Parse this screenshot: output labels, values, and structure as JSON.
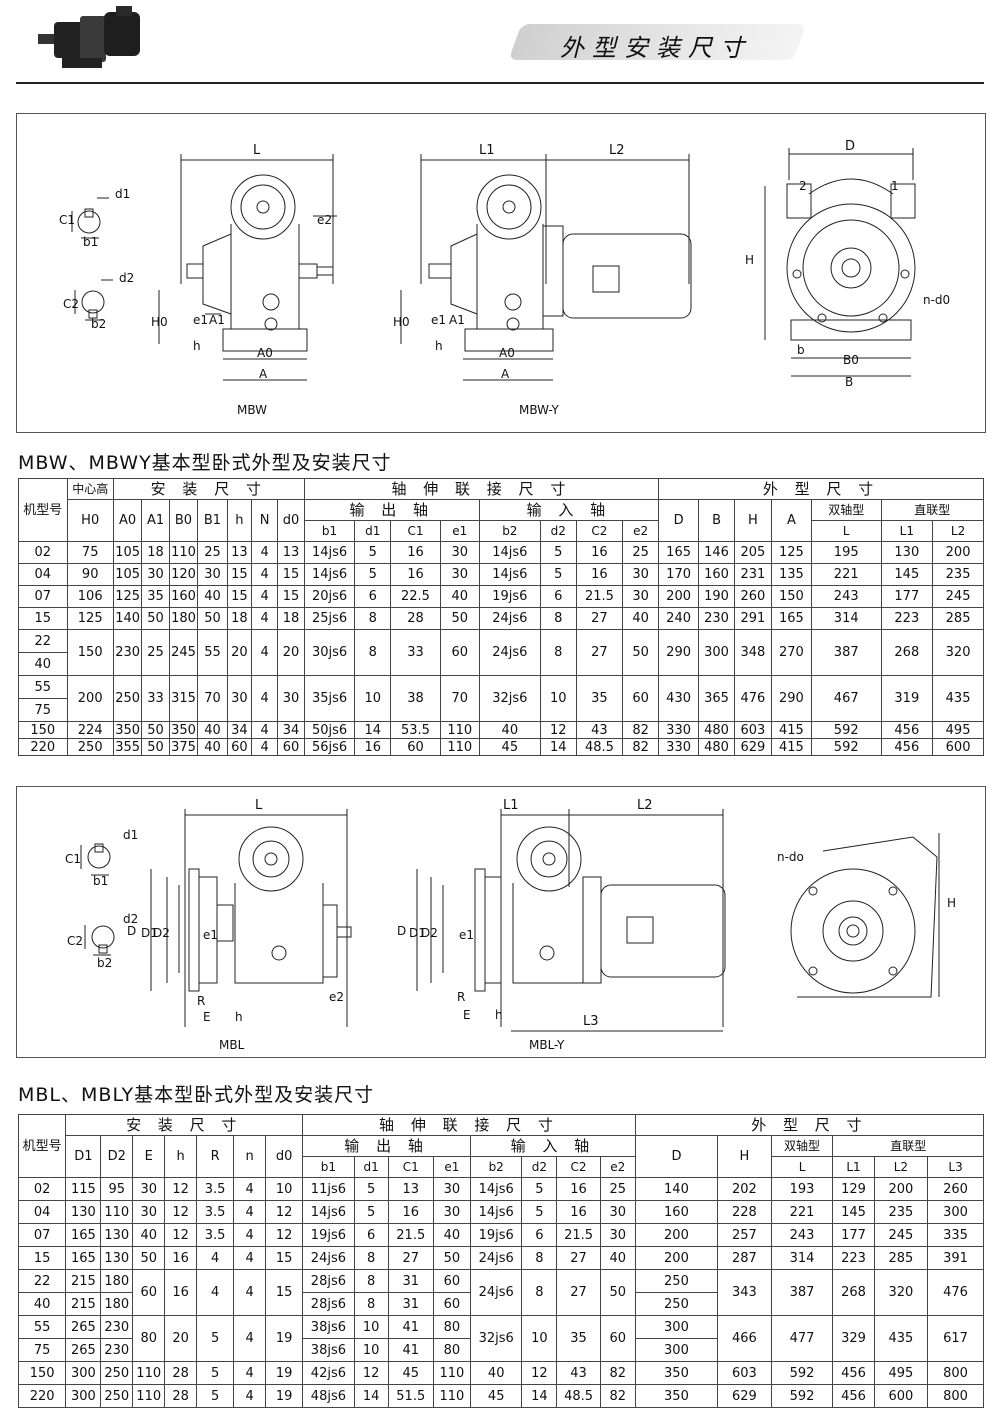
{
  "header": {
    "title": "外型安装尺寸"
  },
  "diagram1": {
    "captions": [
      "MBW",
      "MBW-Y"
    ],
    "labels": [
      "L",
      "L1",
      "L2",
      "D",
      "H",
      "H0",
      "h",
      "A0",
      "A",
      "B0",
      "B",
      "e1",
      "A1",
      "e2",
      "d1",
      "c1",
      "b1",
      "d2",
      "c2",
      "b2",
      "n-d0",
      "1",
      "2",
      "b"
    ]
  },
  "section1": {
    "title": "MBW、MBWY基本型卧式外型及安装尺寸"
  },
  "table1": {
    "head": {
      "jixing": "机型号",
      "zhongxingao": "中心高",
      "anzhuang": "安 装 尺 寸",
      "zhoushen": "轴 伸 联 接 尺 寸",
      "shuchu": "输 出 轴",
      "shuru": "输 入 轴",
      "waixing": "外 型 尺 寸",
      "shuangzhou": "双轴型",
      "zhilian": "直联型",
      "cols": [
        "H0",
        "A0",
        "A1",
        "B0",
        "B1",
        "h",
        "N",
        "d0",
        "b1",
        "d1",
        "C1",
        "e1",
        "b2",
        "d2",
        "C2",
        "e2",
        "D",
        "B",
        "H",
        "A",
        "L",
        "L1",
        "L2"
      ]
    },
    "rows": [
      {
        "m": [
          "02"
        ],
        "v": [
          "75",
          "105",
          "18",
          "110",
          "25",
          "13",
          "4",
          "13",
          "14js6",
          "5",
          "16",
          "30",
          "14js6",
          "5",
          "16",
          "25",
          "165",
          "146",
          "205",
          "125",
          "195",
          "130",
          "200"
        ]
      },
      {
        "m": [
          "04"
        ],
        "v": [
          "90",
          "105",
          "30",
          "120",
          "30",
          "15",
          "4",
          "15",
          "14js6",
          "5",
          "16",
          "30",
          "14js6",
          "5",
          "16",
          "30",
          "170",
          "160",
          "231",
          "135",
          "221",
          "145",
          "235"
        ]
      },
      {
        "m": [
          "07"
        ],
        "v": [
          "106",
          "125",
          "35",
          "160",
          "40",
          "15",
          "4",
          "15",
          "20js6",
          "6",
          "22.5",
          "40",
          "19js6",
          "6",
          "21.5",
          "30",
          "200",
          "190",
          "260",
          "150",
          "243",
          "177",
          "245"
        ]
      },
      {
        "m": [
          "15"
        ],
        "v": [
          "125",
          "140",
          "50",
          "180",
          "50",
          "18",
          "4",
          "18",
          "25js6",
          "8",
          "28",
          "50",
          "24js6",
          "8",
          "27",
          "40",
          "240",
          "230",
          "291",
          "165",
          "314",
          "223",
          "285"
        ]
      },
      {
        "m": [
          "22",
          "40"
        ],
        "v": [
          "150",
          "230",
          "25",
          "245",
          "55",
          "20",
          "4",
          "20",
          "30js6",
          "8",
          "33",
          "60",
          "24js6",
          "8",
          "27",
          "50",
          "290",
          "300",
          "348",
          "270",
          "387",
          "268",
          "320"
        ]
      },
      {
        "m": [
          "55",
          "75"
        ],
        "v": [
          "200",
          "250",
          "33",
          "315",
          "70",
          "30",
          "4",
          "30",
          "35js6",
          "10",
          "38",
          "70",
          "32js6",
          "10",
          "35",
          "60",
          "430",
          "365",
          "476",
          "290",
          "467",
          "319",
          "435"
        ]
      },
      {
        "m": [
          "150"
        ],
        "v": [
          "224",
          "350",
          "50",
          "350",
          "40",
          "34",
          "4",
          "34",
          "50js6",
          "14",
          "53.5",
          "110",
          "40",
          "12",
          "43",
          "82",
          "330",
          "480",
          "603",
          "415",
          "592",
          "456",
          "495"
        ]
      },
      {
        "m": [
          "220"
        ],
        "v": [
          "250",
          "355",
          "50",
          "375",
          "40",
          "60",
          "4",
          "60",
          "56js6",
          "16",
          "60",
          "110",
          "45",
          "14",
          "48.5",
          "82",
          "330",
          "480",
          "629",
          "415",
          "592",
          "456",
          "600"
        ]
      }
    ]
  },
  "diagram2": {
    "captions": [
      "MBL",
      "MBL-Y"
    ],
    "labels": [
      "L",
      "L1",
      "L2",
      "L3",
      "D",
      "D1",
      "D2",
      "H",
      "e1",
      "e2",
      "R",
      "E",
      "h",
      "n-do",
      "d1",
      "c1",
      "b1",
      "d2",
      "c2",
      "b2"
    ]
  },
  "section2": {
    "title": "MBL、MBLY基本型卧式外型及安装尺寸"
  },
  "table2": {
    "head": {
      "jixing": "机型号",
      "anzhuang": "安 装 尺 寸",
      "zhoushen": "轴 伸 联 接 尺 寸",
      "shuchu": "输 出 轴",
      "shuru": "输 入 轴",
      "waixing": "外 型 尺 寸",
      "shuangzhou": "双轴型",
      "zhilian": "直联型",
      "cols": [
        "D1",
        "D2",
        "E",
        "h",
        "R",
        "n",
        "d0",
        "b1",
        "d1",
        "C1",
        "e1",
        "b2",
        "d2",
        "C2",
        "e2",
        "D",
        "H",
        "L",
        "L1",
        "L2",
        "L3"
      ]
    },
    "rows": [
      {
        "type": "s",
        "m": "02",
        "v": [
          "115",
          "95",
          "30",
          "12",
          "3.5",
          "4",
          "10",
          "11js6",
          "5",
          "13",
          "30",
          "14js6",
          "5",
          "16",
          "25",
          "140",
          "202",
          "193",
          "129",
          "200",
          "260"
        ]
      },
      {
        "type": "s",
        "m": "04",
        "v": [
          "130",
          "110",
          "30",
          "12",
          "3.5",
          "4",
          "12",
          "14js6",
          "5",
          "16",
          "30",
          "14js6",
          "5",
          "16",
          "30",
          "160",
          "228",
          "221",
          "145",
          "235",
          "300"
        ]
      },
      {
        "type": "s",
        "m": "07",
        "v": [
          "165",
          "130",
          "40",
          "12",
          "3.5",
          "4",
          "12",
          "19js6",
          "6",
          "21.5",
          "40",
          "19js6",
          "6",
          "21.5",
          "30",
          "200",
          "257",
          "243",
          "177",
          "245",
          "335"
        ]
      },
      {
        "type": "s",
        "m": "15",
        "v": [
          "165",
          "130",
          "50",
          "16",
          "4",
          "4",
          "15",
          "24js6",
          "8",
          "27",
          "50",
          "24js6",
          "8",
          "27",
          "40",
          "200",
          "287",
          "314",
          "223",
          "285",
          "391"
        ]
      },
      {
        "type": "p",
        "m": [
          "22",
          "40"
        ],
        "d1": [
          "215",
          "215"
        ],
        "d2": [
          "180",
          "180"
        ],
        "common": [
          "60",
          "16",
          "4",
          "4",
          "15"
        ],
        "out": [
          [
            "28js6",
            "8",
            "31",
            "60"
          ],
          [
            "28js6",
            "8",
            "31",
            "60"
          ]
        ],
        "in": [
          "24js6",
          "8",
          "27",
          "50"
        ],
        "D": [
          "250",
          "250"
        ],
        "tail": [
          "343",
          "387",
          "268",
          "320",
          "476"
        ]
      },
      {
        "type": "p",
        "m": [
          "55",
          "75"
        ],
        "d1": [
          "265",
          "265"
        ],
        "d2": [
          "230",
          "230"
        ],
        "common": [
          "80",
          "20",
          "5",
          "4",
          "19"
        ],
        "out": [
          [
            "38js6",
            "10",
            "41",
            "80"
          ],
          [
            "38js6",
            "10",
            "41",
            "80"
          ]
        ],
        "in": [
          "32js6",
          "10",
          "35",
          "60"
        ],
        "D": [
          "300",
          "300"
        ],
        "tail": [
          "466",
          "477",
          "329",
          "435",
          "617"
        ]
      },
      {
        "type": "s",
        "m": "150",
        "v": [
          "300",
          "250",
          "110",
          "28",
          "5",
          "4",
          "19",
          "42js6",
          "12",
          "45",
          "110",
          "40",
          "12",
          "43",
          "82",
          "350",
          "603",
          "592",
          "456",
          "495",
          "800"
        ]
      },
      {
        "type": "s",
        "m": "220",
        "v": [
          "300",
          "250",
          "110",
          "28",
          "5",
          "4",
          "19",
          "48js6",
          "14",
          "51.5",
          "110",
          "45",
          "14",
          "48.5",
          "82",
          "350",
          "629",
          "592",
          "456",
          "600",
          "800"
        ]
      }
    ]
  }
}
